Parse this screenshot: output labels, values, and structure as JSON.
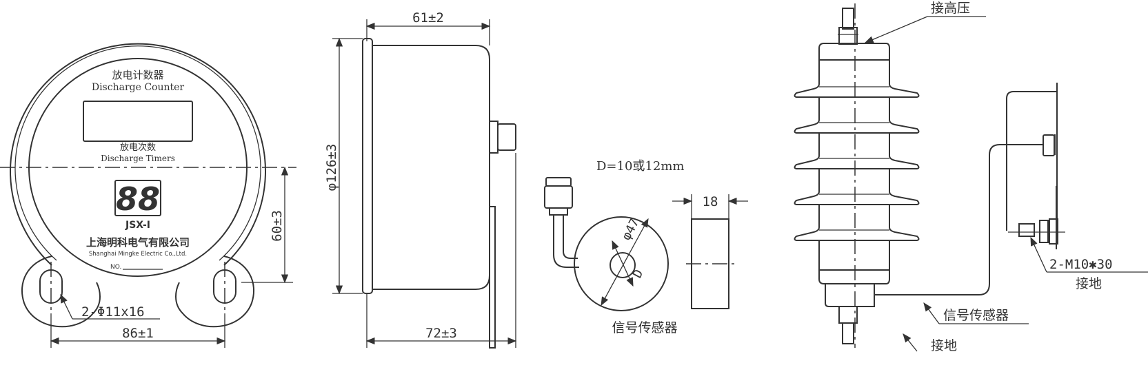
{
  "front_view": {
    "title_cn": "放电计数器",
    "title_en": "Discharge Counter",
    "count_cn": "放电次数",
    "count_en": "Discharge Timers",
    "display_digits": "88",
    "model": "JSX-I",
    "company_cn": "上海明科电气有限公司",
    "company_en": "Shanghai Mingke Electric Co.,Ltd.",
    "serial_label": "NO.",
    "dim_holes": "2-Φ11x16",
    "dim_width": "86±1",
    "dim_height": "60±3"
  },
  "side_view": {
    "dim_depth_top": "61±2",
    "dim_depth_bottom": "72±3",
    "dim_diameter": "φ126±3"
  },
  "sensor_view": {
    "note": "D=10或12mm",
    "dim_diameter": "φ47",
    "dim_hole": "D",
    "dim_thickness": "18",
    "label": "信号传感器"
  },
  "install_view": {
    "label_high_voltage": "接高压",
    "label_sensor": "信号传感器",
    "label_ground": "接地",
    "label_bolt": "2-M10✱30",
    "label_bolt_ground": "接地"
  }
}
